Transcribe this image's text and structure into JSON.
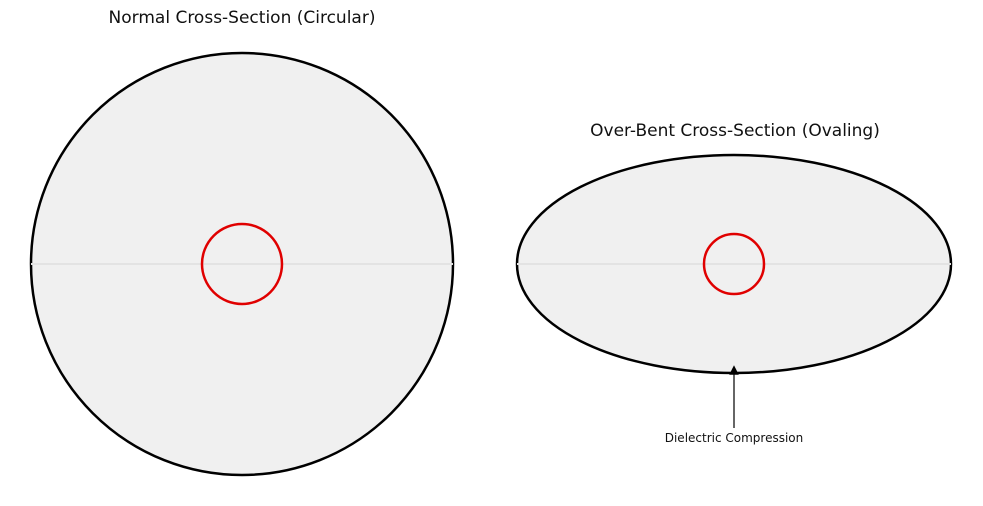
{
  "panels": {
    "normal": {
      "title": "Normal Cross-Section (Circular)"
    },
    "overbent": {
      "title": "Over-Bent Cross-Section (Ovaling)",
      "annotation": "Dielectric Compression"
    }
  },
  "colors": {
    "outline": "#000000",
    "fill": "#f0f0f0",
    "conductor": "#e00000",
    "centerline": "#e6e6e6"
  }
}
